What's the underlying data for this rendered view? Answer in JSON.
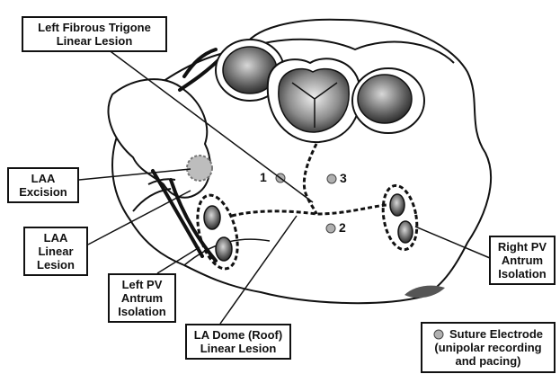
{
  "labels": {
    "fibrous_trigone": [
      "Left Fibrous Trigone",
      "Linear Lesion"
    ],
    "laa_excision": [
      "LAA",
      "Excision"
    ],
    "laa_linear": [
      "LAA",
      "Linear",
      "Lesion"
    ],
    "left_pv": [
      "Left PV",
      "Antrum",
      "Isolation"
    ],
    "la_dome": [
      "LA Dome (Roof)",
      "Linear Lesion"
    ],
    "right_pv": [
      "Right PV",
      "Antrum",
      "Isolation"
    ],
    "legend": [
      "Suture Electrode",
      "(unipolar recording",
      "and pacing)"
    ]
  },
  "electrode_numbers": [
    "1",
    "2",
    "3"
  ],
  "colors": {
    "outline": "#111111",
    "electrode_fill": "#b0b0b0",
    "valve_dark": "#3a3a3a",
    "valve_mid": "#9a9a9a"
  }
}
